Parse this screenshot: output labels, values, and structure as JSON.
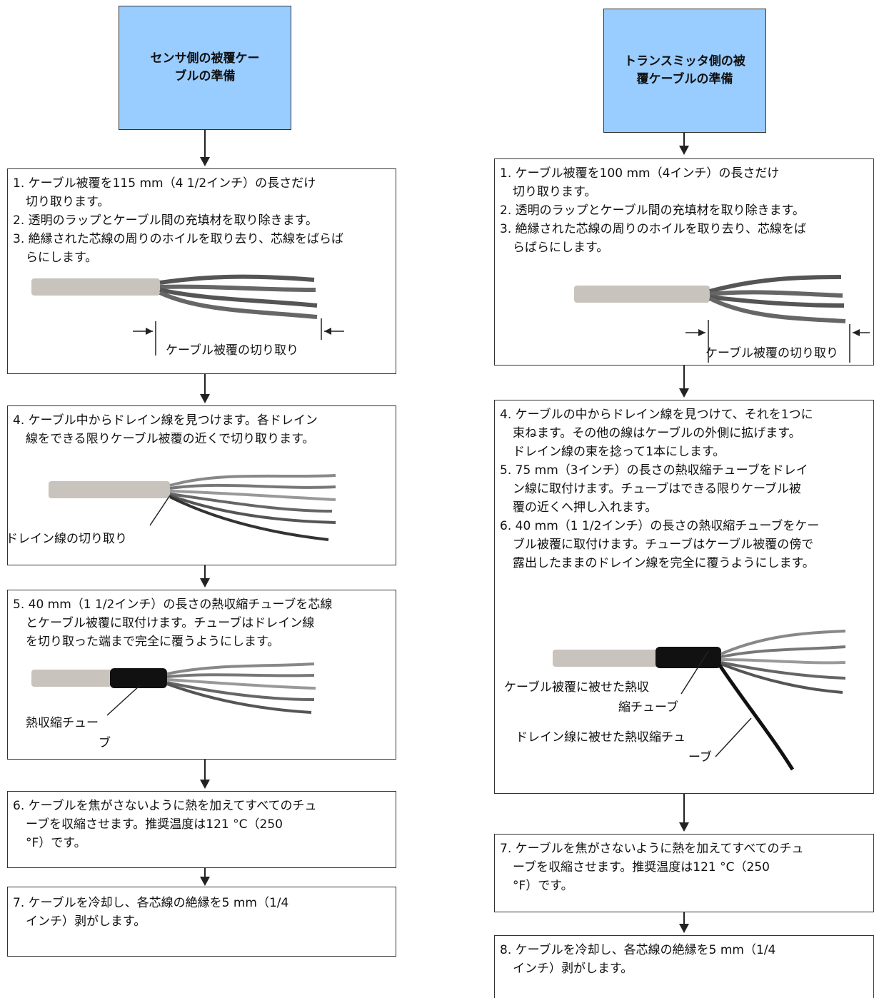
{
  "left": {
    "header": "センサ側の被覆ケーブルの準備",
    "header_line1": "センサ側の被覆ケー",
    "header_line2": "ブルの準備",
    "step1": "1. ケーブル被覆を115 mm（4 1/2インチ）の長さだけ",
    "step1b": "切り取ります。",
    "step2": "2. 透明のラップとケーブル間の充填材を取り除きます。",
    "step3": "3. 絶縁された芯線の周りのホイルを取り去り、芯線をばらば",
    "step3b": "らにします。",
    "strip_label": "ケーブル被覆の切り取り",
    "step4": "4. ケーブル中からドレイン線を見つけます。各ドレイン",
    "step4b": "線をできる限りケーブル被覆の近くで切り取ります。",
    "drain_cut_label": "ドレイン線の切り取り",
    "step5": "5. 40 mm（1 1/2インチ）の長さの熱収縮チューブを芯線",
    "step5b": "とケーブル被覆に取付けます。チューブはドレイン線",
    "step5c": "を切り取った端まで完全に覆うようにします。",
    "tube_label1": "熱収縮チュー",
    "tube_label2": "ブ",
    "step6": "6. ケーブルを焦がさないように熱を加えてすべてのチュ",
    "step6b": "ーブを収縮させます。推奨温度は121 °C（250",
    "step6c": "°F）です。",
    "step7": "7. ケーブルを冷却し、各芯線の絶縁を5 mm（1/4",
    "step7b": "インチ）剥がします。"
  },
  "right": {
    "header_line1": "トランスミッタ側の被",
    "header_line2": "覆ケーブルの準備",
    "step1": "1. ケーブル被覆を100 mm（4インチ）の長さだけ",
    "step1b": "切り取ります。",
    "step2": "2. 透明のラップとケーブル間の充填材を取り除きます。",
    "step3": "3. 絶縁された芯線の周りのホイルを取り去り、芯線をば",
    "step3b": "らばらにします。",
    "strip_label": "ケーブル被覆の切り取り",
    "step4": "4. ケーブルの中からドレイン線を見つけて、それを1つに",
    "step4b": "束ねます。その他の線はケーブルの外側に拡げます。",
    "step4c": "ドレイン線の束を捻って1本にします。",
    "step5": "5. 75 mm（3インチ）の長さの熱収縮チューブをドレイ",
    "step5b": "ン線に取付けます。チューブはできる限りケーブル被",
    "step5c": "覆の近くへ押し入れます。",
    "step6": "6. 40 mm（1 1/2インチ）の長さの熱収縮チューブをケー",
    "step6b": "ブル被覆に取付けます。チューブはケーブル被覆の傍で",
    "step6c": "露出したままのドレイン線を完全に覆うようにします。",
    "jacket_tube_label1": "ケーブル被覆に被せた熱収",
    "jacket_tube_label2": "縮チューブ",
    "drain_tube_label1": "ドレイン線に被せた熱収縮チュ",
    "drain_tube_label2": "ーブ",
    "step7": "7. ケーブルを焦がさないように熱を加えてすべてのチュ",
    "step7b": "ーブを収縮させます。推奨温度は121 °C（250",
    "step7c": "°F）です。",
    "step8": "8. ケーブルを冷却し、各芯線の絶縁を5 mm（1/4",
    "step8b": "インチ）剥がします。"
  },
  "colors": {
    "header_fill": "#99ccff",
    "border": "#333333"
  }
}
